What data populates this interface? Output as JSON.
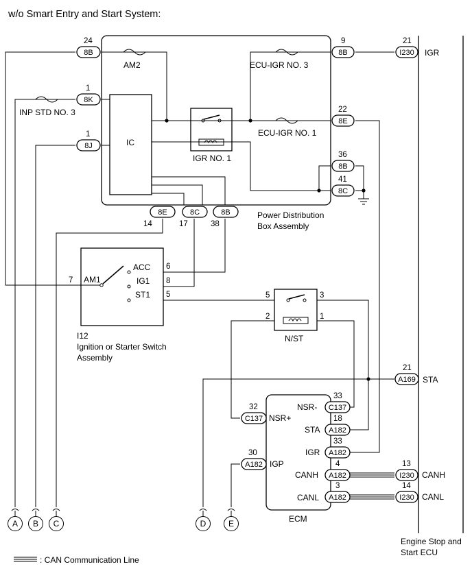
{
  "title": "w/o Smart Entry and Start System:",
  "pdb": {
    "name_line1": "Power Distribution",
    "name_line2": "Box Assembly",
    "ic": "IC",
    "am2": "AM2",
    "ecu_igr3": "ECU-IGR NO. 3",
    "ecu_igr1": "ECU-IGR NO. 1",
    "igr1": "IGR NO. 1",
    "inp_std3": "INP STD NO. 3"
  },
  "connectors": {
    "c8B": "8B",
    "c8K": "8K",
    "c8J": "8J",
    "c8E": "8E",
    "c8C": "8C",
    "i230": "I230",
    "a169": "A169",
    "c137": "C137",
    "a182": "A182"
  },
  "pins": {
    "p24": "24",
    "p1": "1",
    "p9": "9",
    "p22": "22",
    "p36": "36",
    "p41": "41",
    "p14": "14",
    "p17": "17",
    "p38": "38",
    "p21": "21",
    "p6": "6",
    "p8": "8",
    "p5": "5",
    "p7": "7",
    "p3": "3",
    "p2": "2",
    "p32": "32",
    "p33": "33",
    "p18": "18",
    "p30": "30",
    "p4": "4",
    "p13": "13"
  },
  "ign_switch": {
    "code": "I12",
    "name_line1": "Ignition or Starter Switch",
    "name_line2": "Assembly",
    "am1": "AM1",
    "acc": "ACC",
    "ig1": "IG1",
    "st1": "ST1"
  },
  "nst": "N/ST",
  "ecm": {
    "name": "ECM",
    "nsr_plus": "NSR+",
    "nsr_minus": "NSR-",
    "sta": "STA",
    "igr": "IGR",
    "igp": "IGP",
    "canh": "CANH",
    "canl": "CANL"
  },
  "engine_ecu": {
    "name_line1": "Engine Stop and",
    "name_line2": "Start ECU",
    "igr": "IGR",
    "sta": "STA",
    "canh": "CANH",
    "canl": "CANL"
  },
  "terminals": {
    "a": "A",
    "b": "B",
    "c": "C",
    "d": "D",
    "e": "E"
  },
  "legend": ": CAN Communication Line"
}
